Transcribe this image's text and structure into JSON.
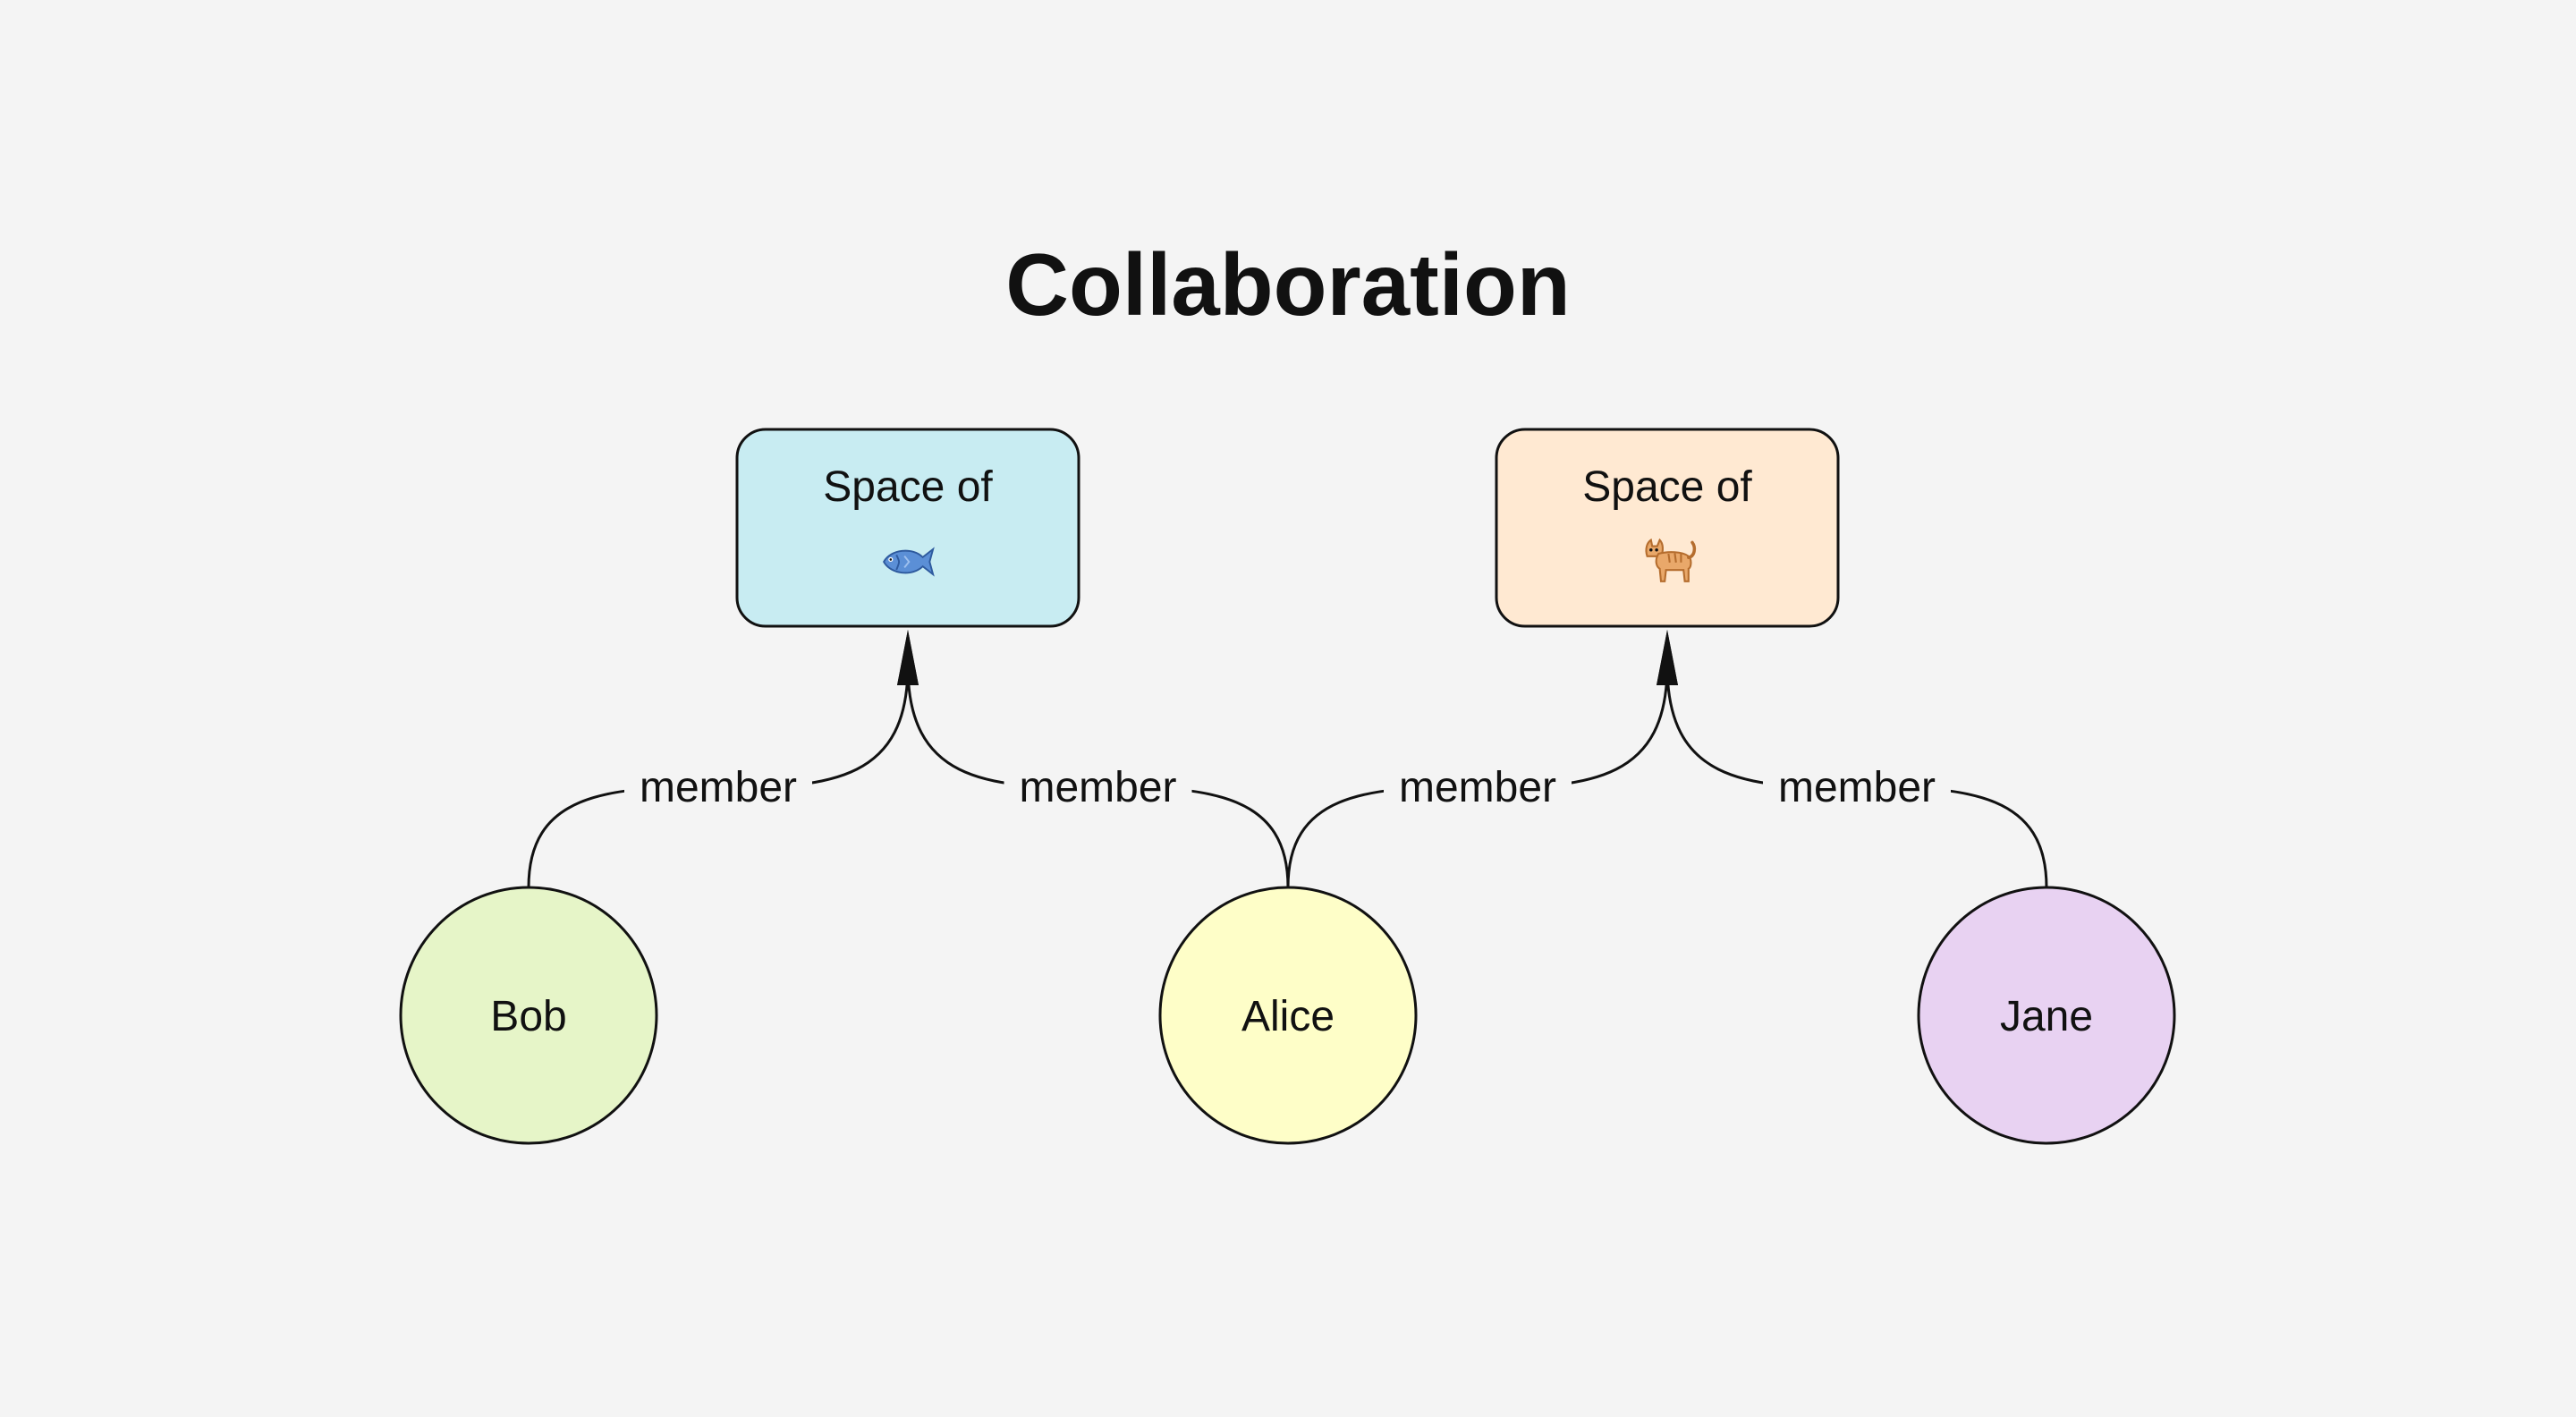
{
  "title": "Collaboration",
  "spaces": [
    {
      "id": "space-fish",
      "label": "Space of",
      "icon": "fish-icon",
      "fill": "#c8ecf2"
    },
    {
      "id": "space-cat",
      "label": "Space of",
      "icon": "cat-icon",
      "fill": "#ffe9d2"
    }
  ],
  "people": [
    {
      "id": "bob",
      "label": "Bob",
      "fill": "#e6f5c8"
    },
    {
      "id": "alice",
      "label": "Alice",
      "fill": "#fefec8"
    },
    {
      "id": "jane",
      "label": "Jane",
      "fill": "#e8d2f2"
    }
  ],
  "edges": [
    {
      "from": "bob",
      "to": "space-fish",
      "label": "member"
    },
    {
      "from": "alice",
      "to": "space-fish",
      "label": "member"
    },
    {
      "from": "alice",
      "to": "space-cat",
      "label": "member"
    },
    {
      "from": "jane",
      "to": "space-cat",
      "label": "member"
    }
  ],
  "colors": {
    "background": "#f4f4f4",
    "stroke": "#111111"
  }
}
